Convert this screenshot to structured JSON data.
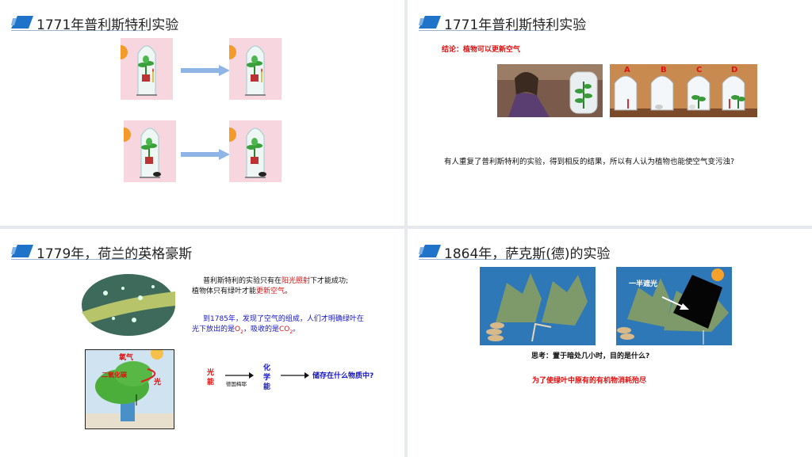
{
  "slides": [
    {
      "title": "1771年普利斯特利实验"
    },
    {
      "title": "1771年普利斯特利实验",
      "conclusion": "结论：植物可以更新空气",
      "jar_labels": [
        "A",
        "B",
        "C",
        "D"
      ],
      "note": "有人重复了普利斯特利的实验，得到相反的结果，所以有人认为植物也能使空气变污浊?"
    },
    {
      "title": "1779年，荷兰的英格豪斯",
      "p1a": "普利斯特利的实验只有在",
      "p1b": "阳光照射",
      "p1c": "下才能成功;",
      "p2a": "植物体只有绿叶才能",
      "p2b": "更新空气",
      "p2c": "。",
      "p3": "到1785年，发现了空气的组成，人们才明确绿叶在",
      "p4a": "光下放出的是",
      "p4b": "O",
      "p4c": "2",
      "p4d": "，吸收的是",
      "p4e": "CO",
      "p4f": "2",
      "p4g": "。",
      "tree_labels": {
        "oxygen": "氧气",
        "co2": "二氧化碳",
        "light": "光"
      },
      "flow": {
        "light_energy": [
          "光",
          "能"
        ],
        "person": "德国梅耶",
        "chem_energy": [
          "化",
          "学",
          "能"
        ],
        "question": "储存在什么物质中?"
      }
    },
    {
      "title": "1864年，萨克斯(德)的实验",
      "half_shade": "一半遮光",
      "question": "思考：置于暗处几小时，目的是什么?",
      "answer": "为了使绿叶中原有的有机物消耗殆尽"
    }
  ],
  "colors": {
    "accent": "#1f73c9",
    "red": "#dd1111",
    "blue": "#1414c8",
    "pink_bg": "#f7d6df"
  }
}
